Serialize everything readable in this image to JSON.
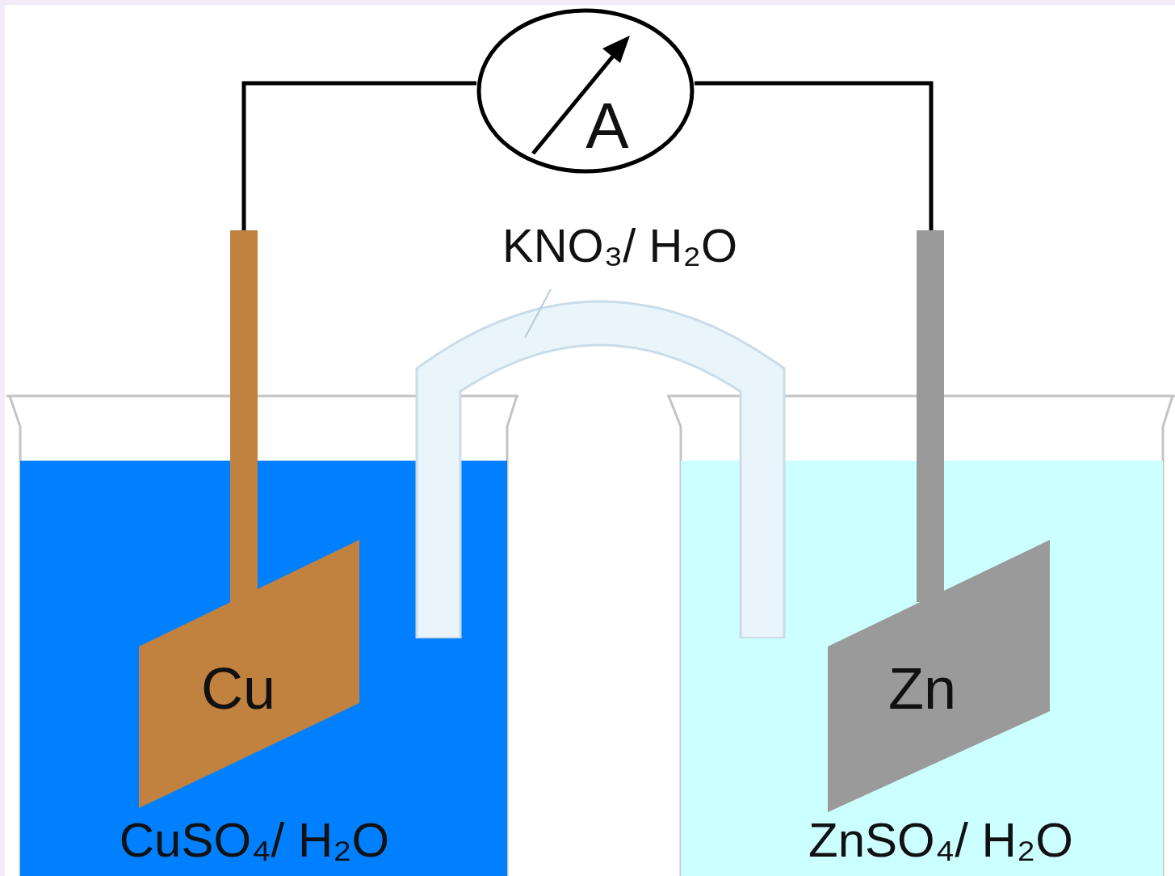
{
  "diagram": {
    "nodes": [
      {
        "text": [
          "CuSO₄/ H₂O"
        ]
      },
      {
        "text": [
          "Cu"
        ],
        "in": 0
      },
      {
        "text": [
          "A"
        ]
      },
      {
        "text": [
          "ZnSO₄/ H₂O"
        ]
      },
      {
        "text": [
          "Zn"
        ],
        "in": 3
      }
    ],
    "edges": [
      {
        "from": 1,
        "to": 2,
        "arrow": "none"
      },
      {
        "from": 2,
        "to": 4,
        "arrow": "none"
      }
    ],
    "labels": [
      "KNO₃/ H₂O"
    ]
  }
}
